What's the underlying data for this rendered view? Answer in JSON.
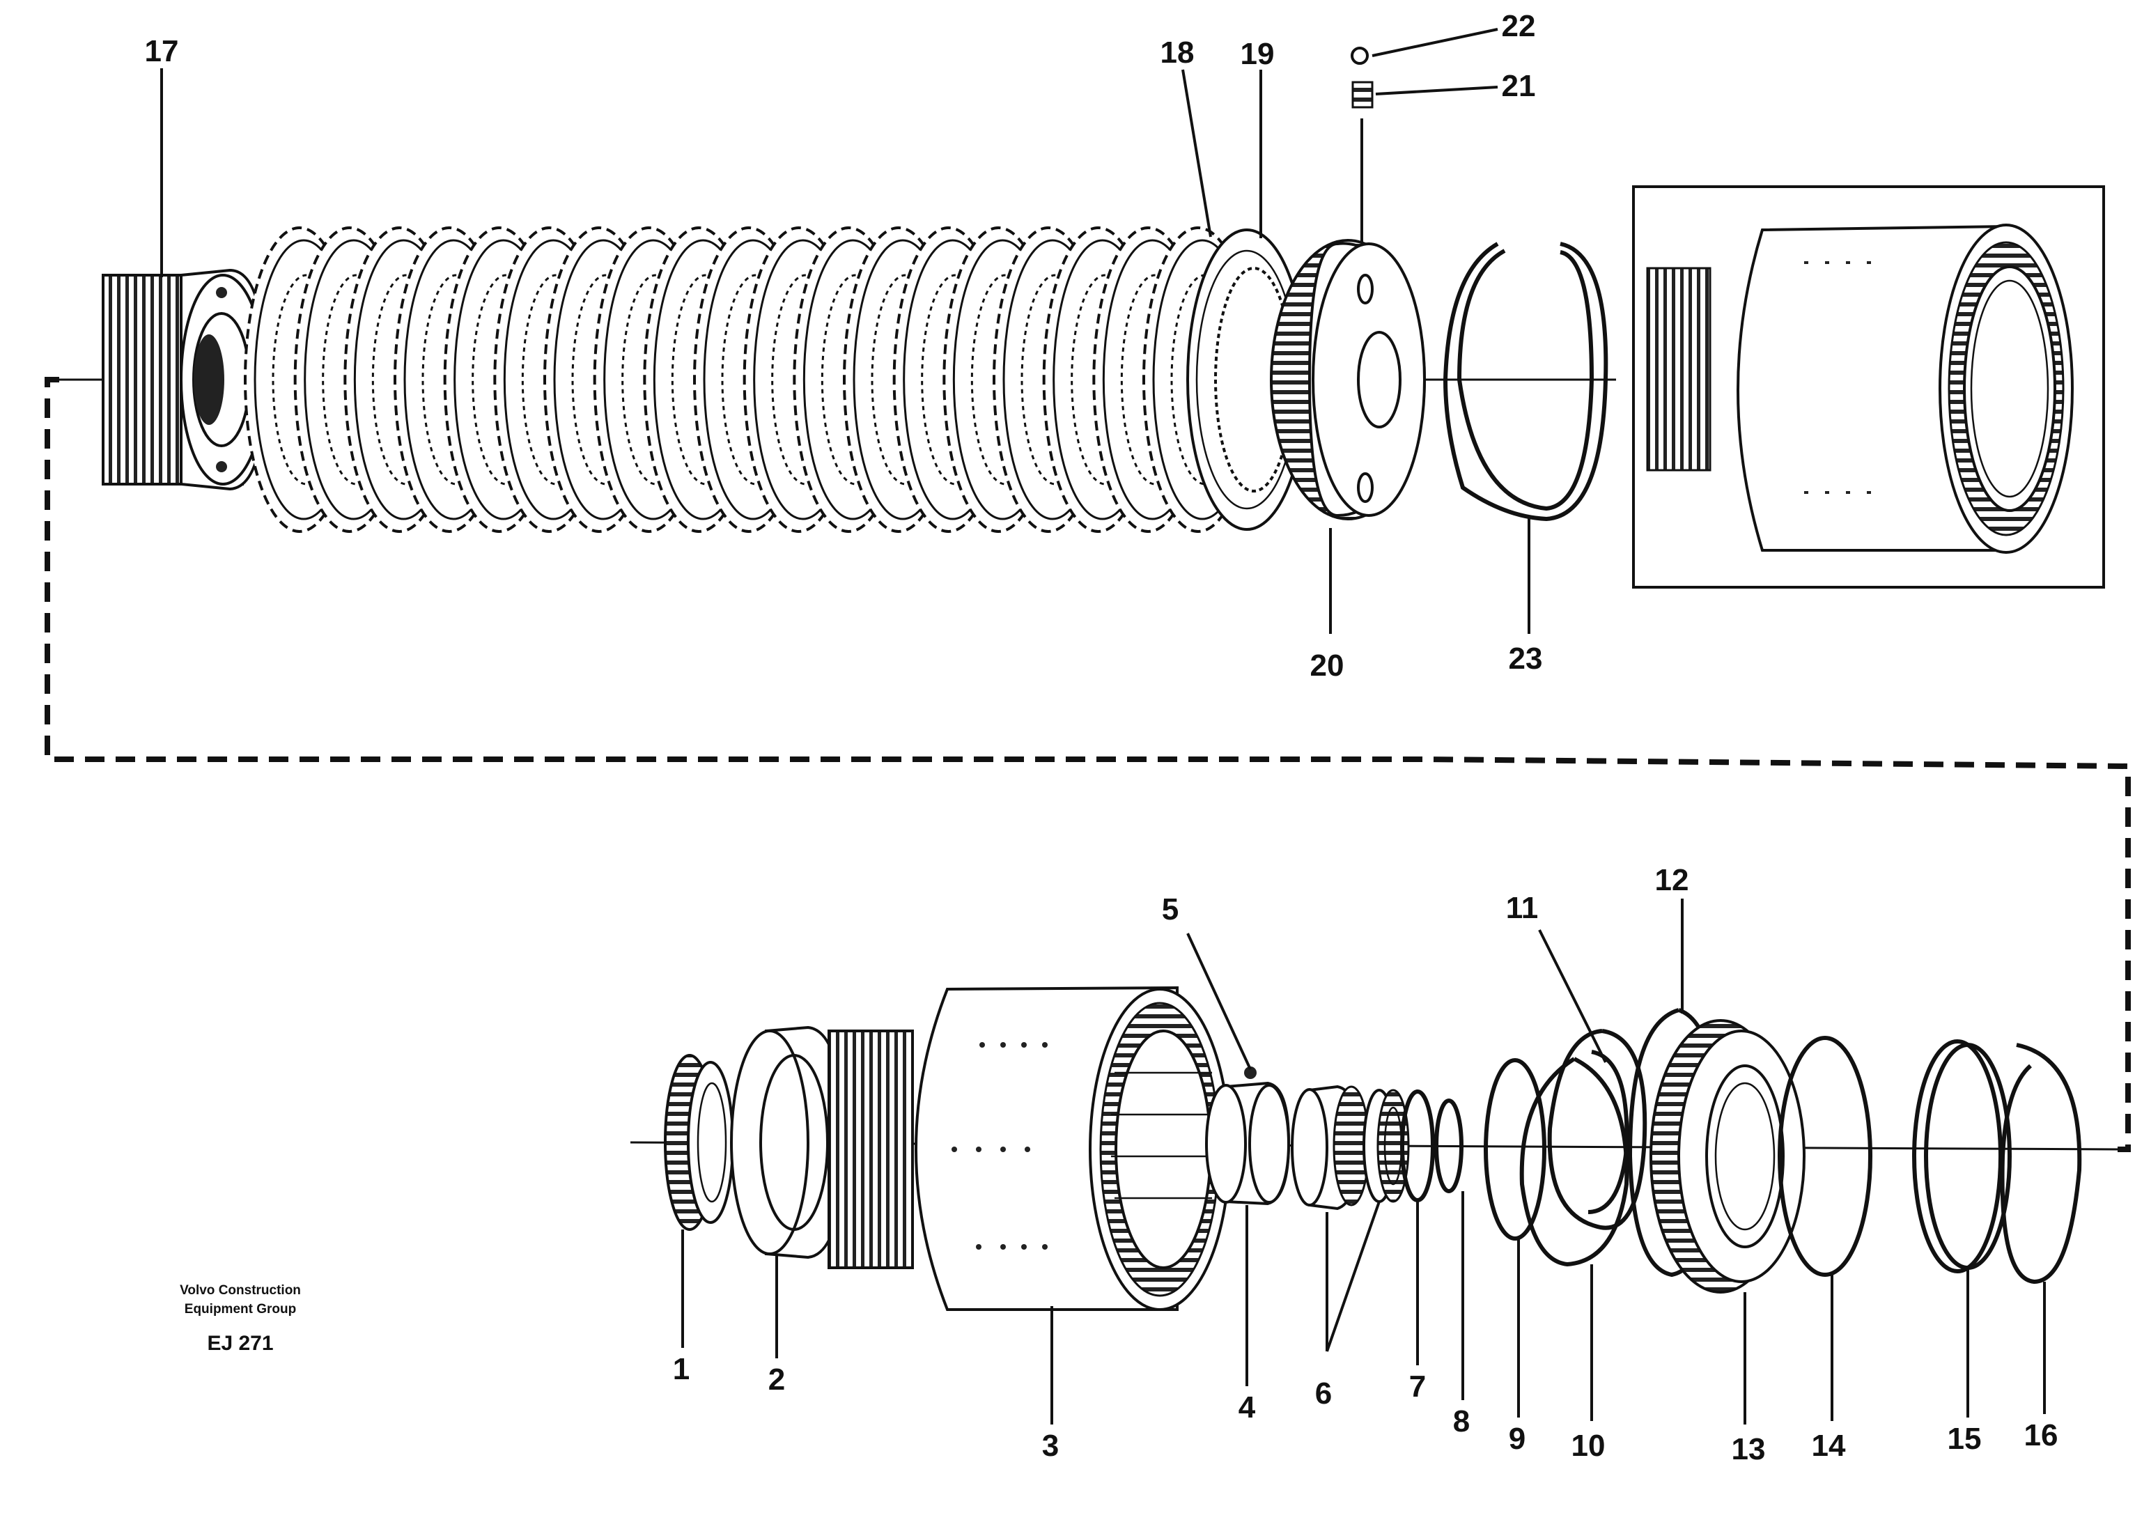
{
  "diagram": {
    "credit_line1": "Volvo Construction",
    "credit_line2": "Equipment Group",
    "figure_code": "EJ 271"
  },
  "labels": {
    "p1": "1",
    "p2": "2",
    "p3": "3",
    "p4": "4",
    "p5": "5",
    "p6": "6",
    "p7": "7",
    "p8": "8",
    "p9": "9",
    "p10": "10",
    "p11": "11",
    "p12": "12",
    "p13": "13",
    "p14": "14",
    "p15": "15",
    "p16": "16",
    "p17": "17",
    "p18": "18",
    "p19": "19",
    "p20": "20",
    "p21": "21",
    "p22": "22",
    "p23": "23"
  }
}
